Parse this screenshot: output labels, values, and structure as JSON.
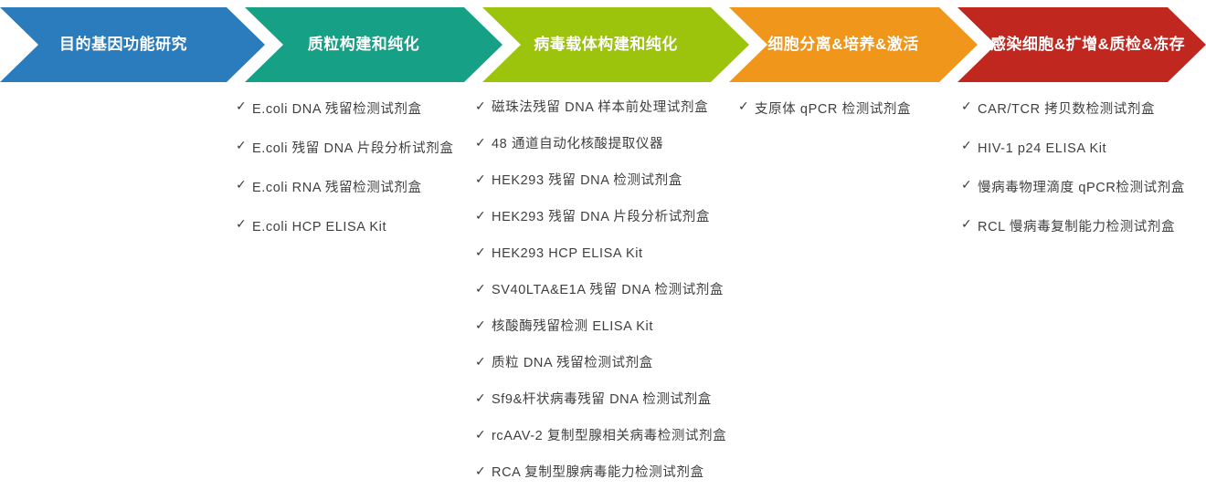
{
  "colors": {
    "stage_1": "#2a7cbd",
    "stage_2": "#16a085",
    "stage_3": "#9dc40d",
    "stage_4": "#f0971b",
    "stage_5": "#c0281f",
    "text_dark": "#404040",
    "text_light": "#ffffff"
  },
  "icons": {
    "check": "✓"
  },
  "stages": [
    {
      "label": "目的基因功能研究",
      "items": []
    },
    {
      "label": "质粒构建和纯化",
      "items": [
        "E.coli DNA 残留检测试剂盒",
        "E.coli 残留 DNA 片段分析试剂盒",
        "E.coli RNA 残留检测试剂盒",
        "E.coli HCP ELISA Kit"
      ]
    },
    {
      "label": "病毒载体构建和纯化",
      "items": [
        "磁珠法残留 DNA 样本前处理试剂盒",
        "48 通道自动化核酸提取仪器",
        "HEK293 残留 DNA 检测试剂盒",
        "HEK293 残留 DNA 片段分析试剂盒",
        "HEK293 HCP ELISA Kit",
        "SV40LTA&E1A 残留 DNA 检测试剂盒",
        "核酸酶残留检测 ELISA Kit",
        "质粒 DNA 残留检测试剂盒",
        "Sf9&杆状病毒残留 DNA 检测试剂盒",
        "rcAAV-2 复制型腺相关病毒检测试剂盒",
        "RCA 复制型腺病毒能力检测试剂盒"
      ]
    },
    {
      "label": "细胞分离&培养&激活",
      "items": [
        "支原体 qPCR 检测试剂盒"
      ]
    },
    {
      "label": "病毒感染细胞&扩增&质检&冻存",
      "items": [
        "CAR/TCR 拷贝数检测试剂盒",
        "HIV-1 p24 ELISA Kit",
        "慢病毒物理滴度 qPCR检测试剂盒",
        "RCL 慢病毒复制能力检测试剂盒"
      ]
    }
  ]
}
